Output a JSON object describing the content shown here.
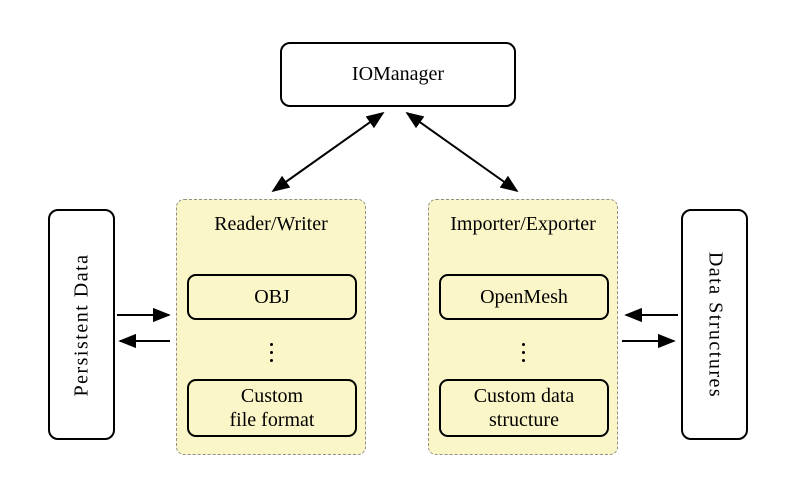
{
  "nodes": {
    "iomanager": "IOManager",
    "persistent_data": "Persistent Data",
    "data_structures": "Data Structures"
  },
  "groups": {
    "reader_writer": {
      "title": "Reader/Writer",
      "top_item": "OBJ",
      "ellipsis_icon": "vertical-ellipsis",
      "bottom_item": "Custom\nfile format"
    },
    "importer_exporter": {
      "title": "Importer/Exporter",
      "top_item": "OpenMesh",
      "ellipsis_icon": "vertical-ellipsis",
      "bottom_item": "Custom data\nstructure"
    }
  },
  "edges": [
    {
      "from": "IOManager",
      "to": "Reader/Writer",
      "direction": "both"
    },
    {
      "from": "IOManager",
      "to": "Importer/Exporter",
      "direction": "both"
    },
    {
      "from": "Persistent Data",
      "to": "Reader/Writer",
      "direction": "to"
    },
    {
      "from": "Reader/Writer",
      "to": "Persistent Data",
      "direction": "to"
    },
    {
      "from": "Data Structures",
      "to": "Importer/Exporter",
      "direction": "to"
    },
    {
      "from": "Importer/Exporter",
      "to": "Data Structures",
      "direction": "to"
    }
  ],
  "colors": {
    "group_fill": "#fbf6c8",
    "group_border": "#8f8f8f",
    "node_fill": "#ffffff",
    "line": "#000000",
    "page_bg": "#ffffff"
  }
}
